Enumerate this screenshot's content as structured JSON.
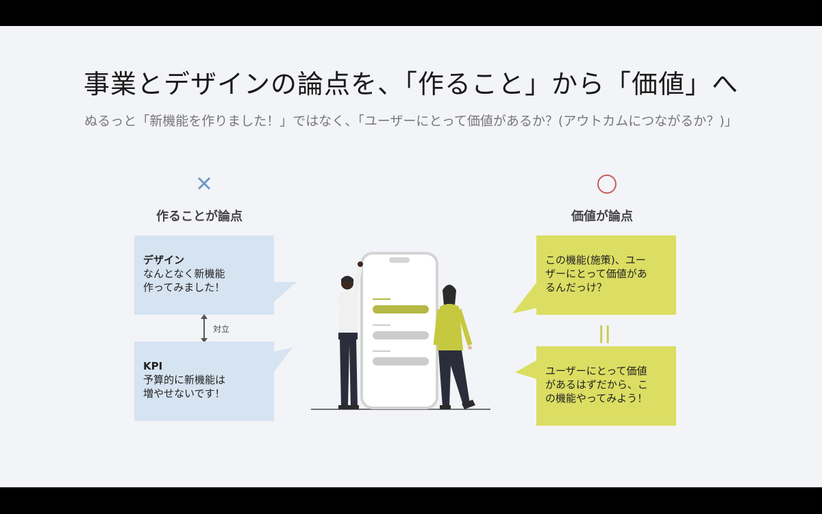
{
  "title": "事業とデザインの論点を、「作ること」から「価値」へ",
  "subtitle": "ぬるっと「新機能を作りました！」ではなく、「ユーザーにとって価値があるか？(アウトカムにつながるか？)」",
  "left": {
    "mark_icon": "cross-icon",
    "heading": "作ることが論点",
    "design_box": {
      "role": "デザイン",
      "line1": "なんとなく新機能",
      "line2": "作ってみました！"
    },
    "conflict_label": "対立",
    "kpi_box": {
      "role": "KPI",
      "line1": "予算的に新機能は",
      "line2": "増やせないです！"
    }
  },
  "right": {
    "mark_icon": "circle-icon",
    "heading": "価値が論点",
    "question_box": {
      "line1": "この機能(施策)、ユー",
      "line2": "ザーにとって価値があ",
      "line3": "るんだっけ？"
    },
    "equals_sign": "||",
    "answer_box": {
      "line1": "ユーザーにとって価値",
      "line2": "があるはずだから、こ",
      "line3": "の機能やってみよう！"
    }
  },
  "colors": {
    "blue_box": "#d6e3f1",
    "yellow_box": "#dbde62",
    "cross": "#6f98c8",
    "circle": "#c75b5b",
    "accent": "#b5b845"
  }
}
